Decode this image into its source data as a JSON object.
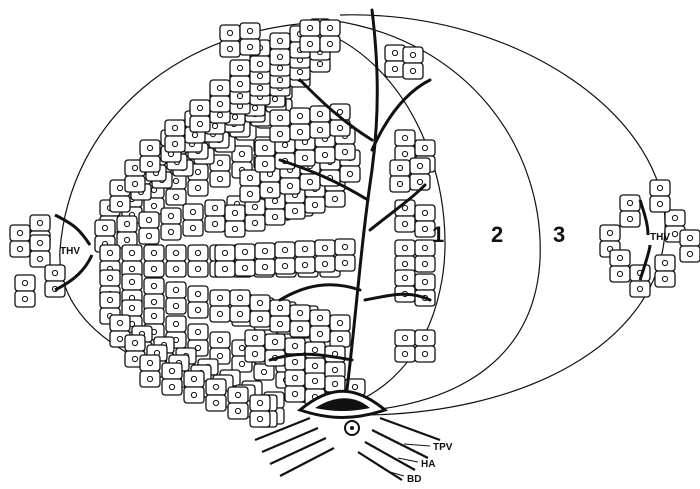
{
  "diagram": {
    "zones": [
      "1",
      "2",
      "3"
    ],
    "labels": {
      "thv_left": "THV",
      "thv_right": "THV",
      "tpv": "TPV",
      "ha": "HA",
      "bd": "BD"
    },
    "colors": {
      "ink": "#111111",
      "paper": "#ffffff"
    }
  }
}
